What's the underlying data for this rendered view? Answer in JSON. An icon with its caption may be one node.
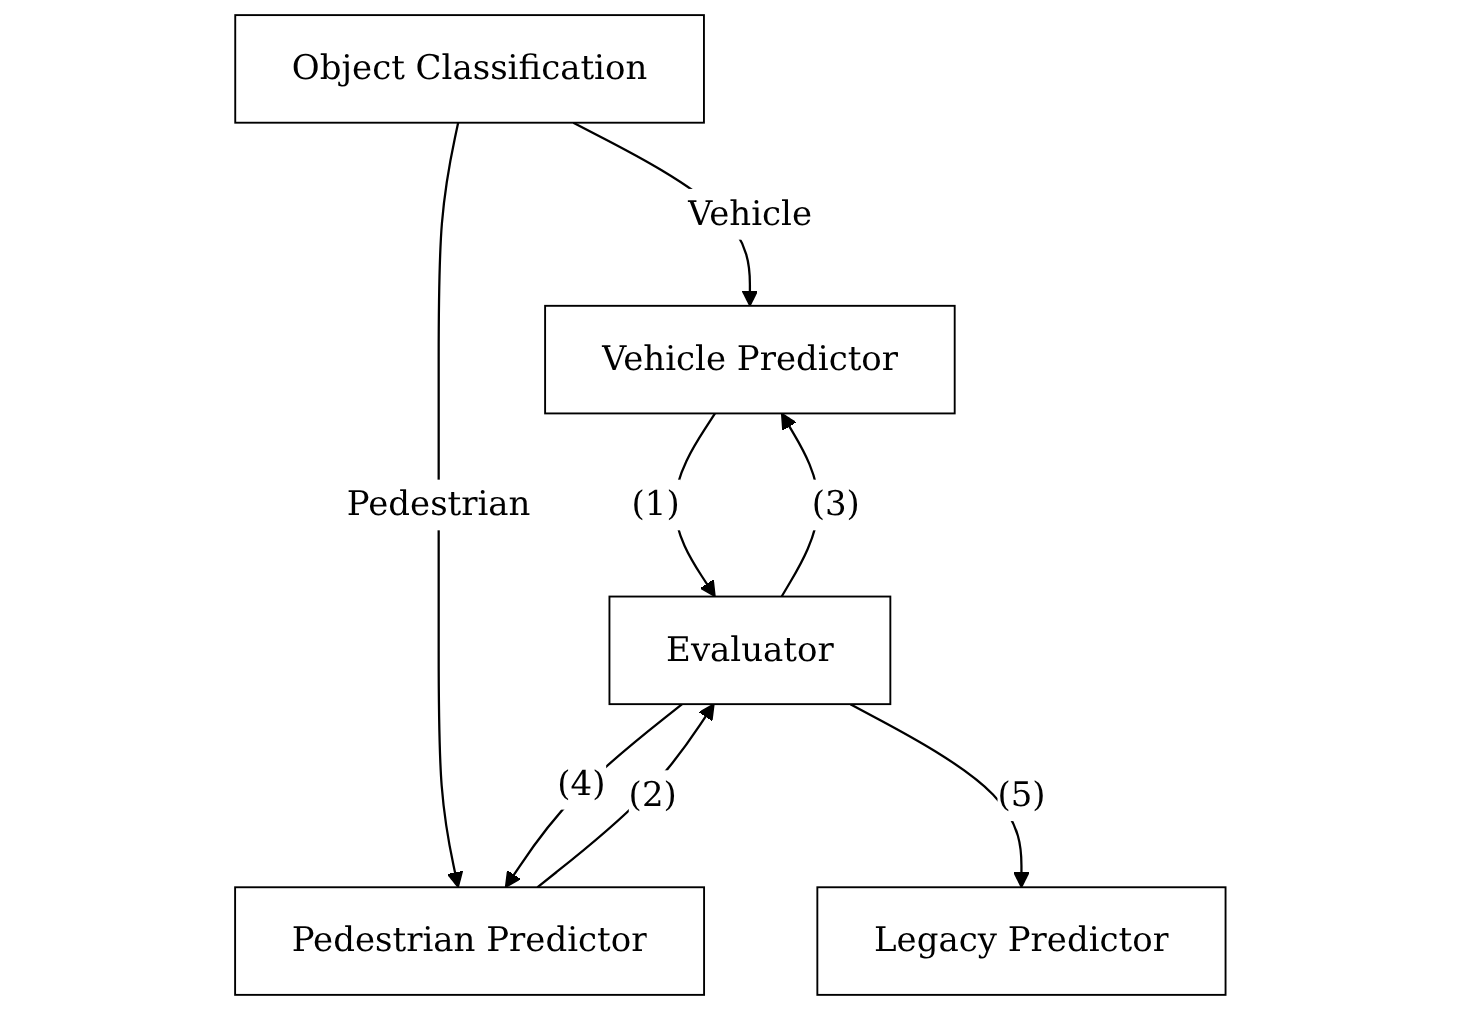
{
  "diagram": {
    "nodes": [
      {
        "text": [
          "Object Classification"
        ]
      },
      {
        "text": [
          "Vehicle Predictor"
        ]
      },
      {
        "text": [
          "Pedestrian Predictor"
        ]
      },
      {
        "text": [
          "Evaluator"
        ]
      },
      {
        "text": [
          "Legacy Predictor"
        ]
      }
    ],
    "edges": [
      {
        "from": 0,
        "to": 1,
        "arrow": "to",
        "label": "Vehicle"
      },
      {
        "from": 0,
        "to": 2,
        "arrow": "to",
        "label": "Pedestrian"
      },
      {
        "from": 1,
        "to": 3,
        "arrow": "to",
        "label": "(1)"
      },
      {
        "from": 2,
        "to": 3,
        "arrow": "to",
        "label": "(2)"
      },
      {
        "from": 3,
        "to": 1,
        "arrow": "to",
        "label": "(3)"
      },
      {
        "from": 3,
        "to": 2,
        "arrow": "to",
        "label": "(4)"
      },
      {
        "from": 3,
        "to": 4,
        "arrow": "to",
        "label": "(5)"
      }
    ]
  }
}
